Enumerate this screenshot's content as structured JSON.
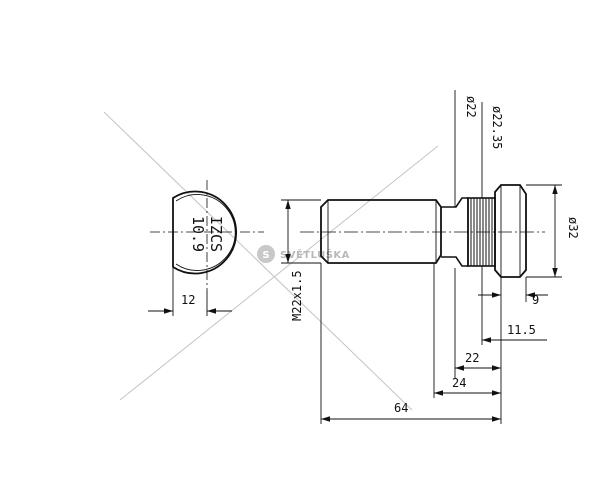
{
  "drawing": {
    "end_view": {
      "marking_line1": "IZCS",
      "marking_line2": "10.9",
      "flat_dim": "12"
    },
    "side_view": {
      "dims": {
        "d_head": "ø32",
        "d_knurl": "ø22.35",
        "d_shank": "ø22",
        "thread": "M22x1.5",
        "len_head": "9",
        "len_knurl": "11.5",
        "len_22": "22",
        "len_24": "24",
        "len_total": "64"
      }
    },
    "watermark": "SVĚTLUŠKA",
    "colors": {
      "line": "#111111",
      "construction": "#bdbdbd",
      "watermark": "#c8c8c8"
    }
  }
}
